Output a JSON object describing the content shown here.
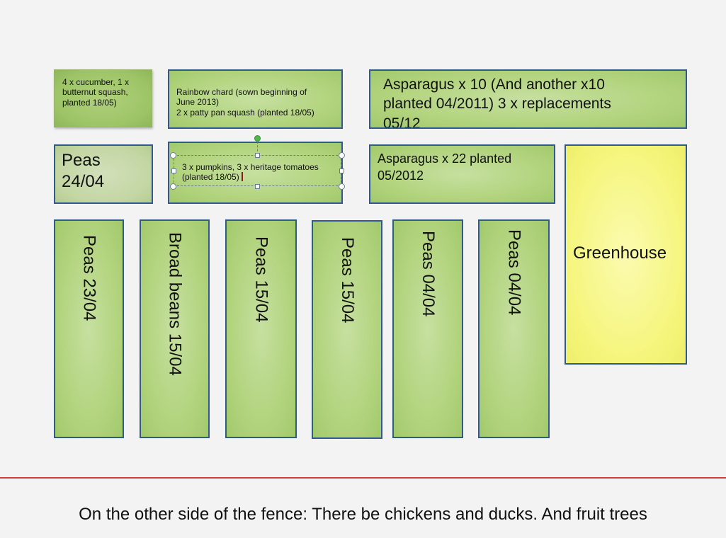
{
  "beds": {
    "cucumber": "4 x cucumber, 1 x\nbutternut squash,\nplanted 18/05)",
    "chard": "Rainbow chard (sown beginning of\nJune 2013)\n2 x patty pan squash  (planted 18/05)",
    "asparagus_top": "Asparagus x 10    (And another x10\nplanted 04/2011)   3 x replacements\n05/12",
    "peas_2404": "Peas\n24/04",
    "pumpkins": "3 x pumpkins, 3 x heritage tomatoes\n(planted 18/05)",
    "asparagus_22": "Asparagus x 22 planted\n05/2012",
    "greenhouse": "Greenhouse",
    "col1": "Peas 23/04",
    "col2": "Broad beans 15/04",
    "col3": "Peas 15/04",
    "col4": "Peas 15/04",
    "col5": "Peas 04/04",
    "col6": "Peas  04/04"
  },
  "caption": "On the other side of the fence: There be chickens and ducks. And fruit trees",
  "colors": {
    "bed_border": "#2f5a89",
    "bed_fill": "#b3d47f",
    "greenhouse_fill": "#f5f57c",
    "fence_line": "#d43b3b",
    "selection_handle": "#52b848"
  }
}
